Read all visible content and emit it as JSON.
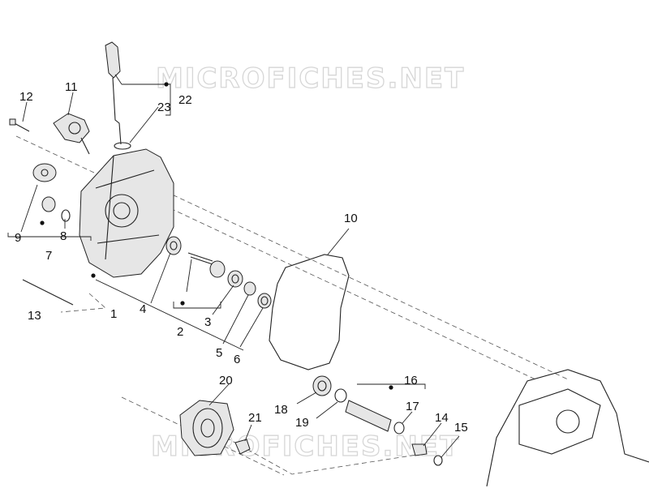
{
  "watermark": {
    "text": "MICROFICHES.NET"
  },
  "labels": {
    "l1": "1",
    "l2": "2",
    "l3": "3",
    "l4": "4",
    "l5": "5",
    "l6": "6",
    "l7": "7",
    "l8": "8",
    "l9": "9",
    "l10": "10",
    "l11": "11",
    "l12": "12",
    "l13": "13",
    "l14": "14",
    "l15": "15",
    "l16": "16",
    "l17": "17",
    "l18": "18",
    "l19": "19",
    "l20": "20",
    "l21": "21",
    "l22": "22",
    "l23": "23"
  }
}
